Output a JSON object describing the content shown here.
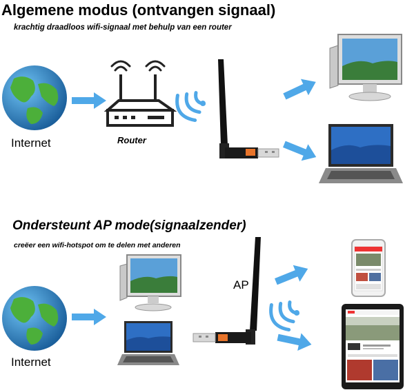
{
  "section1": {
    "title": "Algemene modus (ontvangen signaal)",
    "subtitle": "krachtig draadloos wifi-signaal met behulp van een router",
    "internet_label": "Internet",
    "router_label": "Router"
  },
  "section2": {
    "title": "Ondersteunt AP mode(signaalzender)",
    "subtitle": "creëer een wifi-hotspot om te delen met anderen",
    "internet_label": "Internet",
    "ap_label": "AP"
  },
  "colors": {
    "arrow": "#4fa8e8",
    "wifi": "#4fa8e8",
    "ocean": "#2a7fc1",
    "land": "#4caf3a"
  }
}
